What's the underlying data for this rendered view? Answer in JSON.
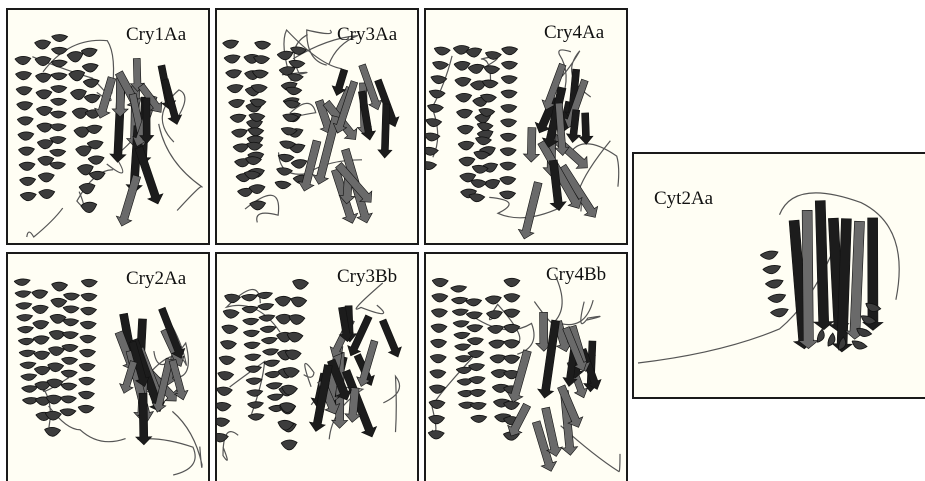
{
  "figure": {
    "panels": [
      {
        "id": "cry1aa",
        "label": "Cry1Aa"
      },
      {
        "id": "cry3aa",
        "label": "Cry3Aa"
      },
      {
        "id": "cry4aa",
        "label": "Cry4Aa"
      },
      {
        "id": "cry2aa",
        "label": "Cry2Aa"
      },
      {
        "id": "cry3bb",
        "label": "Cry3Bb"
      },
      {
        "id": "cry4bb",
        "label": "Cry4Bb"
      },
      {
        "id": "cyt2aa",
        "label": "Cyt2Aa"
      }
    ]
  },
  "colors": {
    "panel_background": "#fffef4",
    "helix": "#3c3c3c",
    "sheet": "#6a6a6a",
    "sheet_dark": "#1c1c1c",
    "loop": "#555555"
  }
}
